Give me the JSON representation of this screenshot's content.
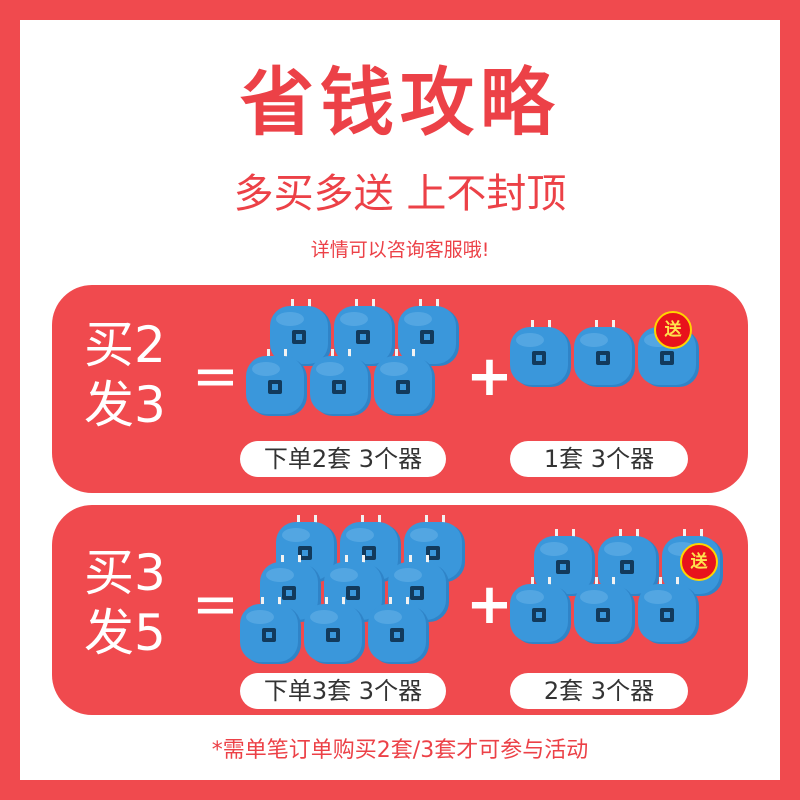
{
  "header": {
    "title": "省钱攻略",
    "subtitle": "多买多送 上不封顶",
    "note": "详情可以咨询客服哦!"
  },
  "offers": [
    {
      "deal_line1": "买2",
      "deal_line2": "发3",
      "equals": "=",
      "plus": "+",
      "left_label": "下单2套 3个器",
      "right_label": "1套 3个器",
      "gift_badge": "送"
    },
    {
      "deal_line1": "买3",
      "deal_line2": "发5",
      "equals": "=",
      "plus": "+",
      "left_label": "下单3套 3个器",
      "right_label": "2套 3个器",
      "gift_badge": "送"
    }
  ],
  "footer": {
    "disclaimer": "*需单笔订单购买2套/3套才可参与活动"
  },
  "colors": {
    "brand_red": "#f04a4e",
    "device_blue": "#3a97db",
    "gift_red": "#e8121c"
  }
}
